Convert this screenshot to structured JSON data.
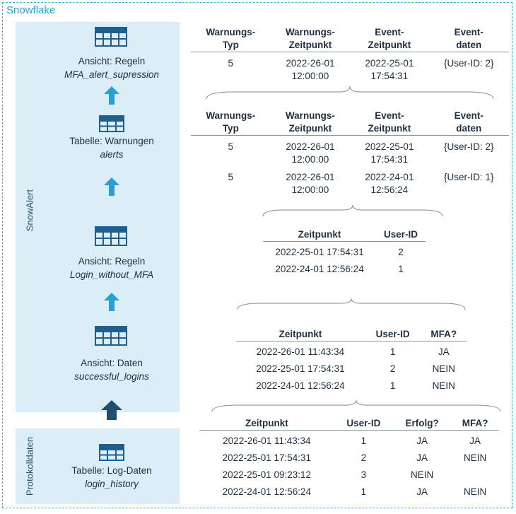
{
  "container_title": "Snowflake",
  "snowalert_label": "SnowAlert",
  "protokoll_label": "Protokolldaten",
  "colors": {
    "accent": "#2a9fd6",
    "panel": "#dbeef8",
    "arrow_light": "#2a9fd6",
    "arrow_dark": "#1f4f6f",
    "icon": "#1f5f8f"
  },
  "nodes": {
    "n1": {
      "title": "Ansicht: Regeln",
      "sub": "MFA_alert_supression"
    },
    "n2": {
      "title": "Tabelle: Warnungen",
      "sub": "alerts"
    },
    "n3": {
      "title": "Ansicht: Regeln",
      "sub": "Login_without_MFA"
    },
    "n4": {
      "title": "Ansicht: Daten",
      "sub": "successful_logins"
    },
    "n5": {
      "title": "Tabelle: Log-Daten",
      "sub": "login_history"
    }
  },
  "tables": {
    "t1": {
      "headers": [
        "Warnungs-\nTyp",
        "Warnungs-\nZeitpunkt",
        "Event-\nZeitpunkt",
        "Event-\ndaten"
      ],
      "rows": [
        [
          "5",
          "2022-26-01\n12:00:00",
          "2022-25-01\n17:54:31",
          "{User-ID: 2}"
        ]
      ]
    },
    "t2": {
      "headers": [
        "Warnungs-\nTyp",
        "Warnungs-\nZeitpunkt",
        "Event-\nZeitpunkt",
        "Event-\ndaten"
      ],
      "rows": [
        [
          "5",
          "2022-26-01\n12:00:00",
          "2022-25-01\n17:54:31",
          "{User-ID: 2}"
        ],
        [
          "5",
          "2022-26-01\n12:00:00",
          "2022-24-01\n12:56:24",
          "{User-ID: 1}"
        ]
      ]
    },
    "t3": {
      "headers": [
        "Zeitpunkt",
        "User-ID"
      ],
      "rows": [
        [
          "2022-25-01 17:54:31",
          "2"
        ],
        [
          "2022-24-01 12:56:24",
          "1"
        ]
      ]
    },
    "t4": {
      "headers": [
        "Zeitpunkt",
        "User-ID",
        "MFA?"
      ],
      "rows": [
        [
          "2022-26-01 11:43:34",
          "1",
          "JA"
        ],
        [
          "2022-25-01 17:54:31",
          "2",
          "NEIN"
        ],
        [
          "2022-24-01 12:56:24",
          "1",
          "NEIN"
        ]
      ]
    },
    "t5": {
      "headers": [
        "Zeitpunkt",
        "User-ID",
        "Erfolg?",
        "MFA?"
      ],
      "rows": [
        [
          "2022-26-01 11:43:34",
          "1",
          "JA",
          "JA"
        ],
        [
          "2022-25-01 17:54:31",
          "2",
          "JA",
          "NEIN"
        ],
        [
          "2022-25-01 09:23:12",
          "3",
          "NEIN",
          ""
        ],
        [
          "2022-24-01 12:56:24",
          "1",
          "JA",
          "NEIN"
        ]
      ]
    }
  }
}
